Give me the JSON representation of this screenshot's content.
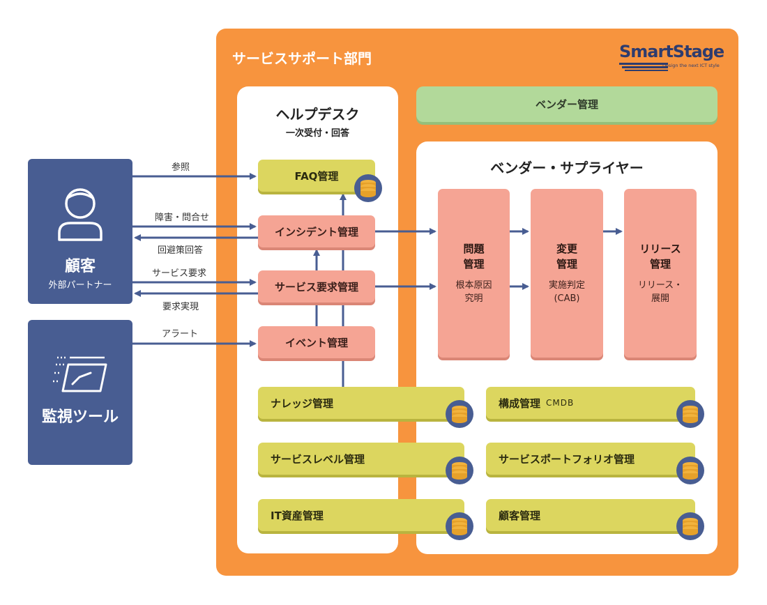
{
  "department": {
    "title": "サービスサポート部門"
  },
  "logo": {
    "text": "SmartStage",
    "tagline": "Design the next ICT style"
  },
  "helpdesk": {
    "title": "ヘルプデスク",
    "subtitle": "一次受付・回答"
  },
  "vendor_management": {
    "label": "ベンダー管理"
  },
  "vendor_supplier": {
    "title": "ベンダー・サプライヤー"
  },
  "customer": {
    "title": "顧客",
    "subtitle": "外部パートナー"
  },
  "monitoring": {
    "title": "監視ツール"
  },
  "processes": {
    "faq": "FAQ管理",
    "incident": "インシデント管理",
    "service_request": "サービス要求管理",
    "event": "イベント管理"
  },
  "vendor_columns": {
    "problem": {
      "title_l1": "問題",
      "title_l2": "管理",
      "desc_l1": "根本原因",
      "desc_l2": "究明"
    },
    "change": {
      "title_l1": "変更",
      "title_l2": "管理",
      "desc_l1": "実施判定",
      "desc_l2": "(CAB)"
    },
    "release": {
      "title_l1": "リリース",
      "title_l2": "管理",
      "desc_l1": "リリース・",
      "desc_l2": "展開"
    }
  },
  "databases": {
    "knowledge": "ナレッジ管理",
    "service_level": "サービスレベル管理",
    "it_asset": "IT資産管理",
    "configuration": "構成管理",
    "configuration_tag": "CMDB",
    "portfolio": "サービスポートフォリオ管理",
    "customer_mgmt": "顧客管理"
  },
  "arrows": {
    "reference": "参照",
    "incident_inquiry": "障害・問合せ",
    "workaround_answer": "回避策回答",
    "service_request": "サービス要求",
    "request_fulfilled": "要求実現",
    "alert": "アラート"
  },
  "colors": {
    "orange": "#f7943e",
    "navy": "#485d92",
    "yellow": "#dcd65f",
    "pink": "#f5a494",
    "green": "#b2d99a",
    "db_gold": "#f2b33d"
  },
  "icons": {
    "customer": "person-icon",
    "monitoring": "monitor-window-icon",
    "database": "database-icon"
  }
}
